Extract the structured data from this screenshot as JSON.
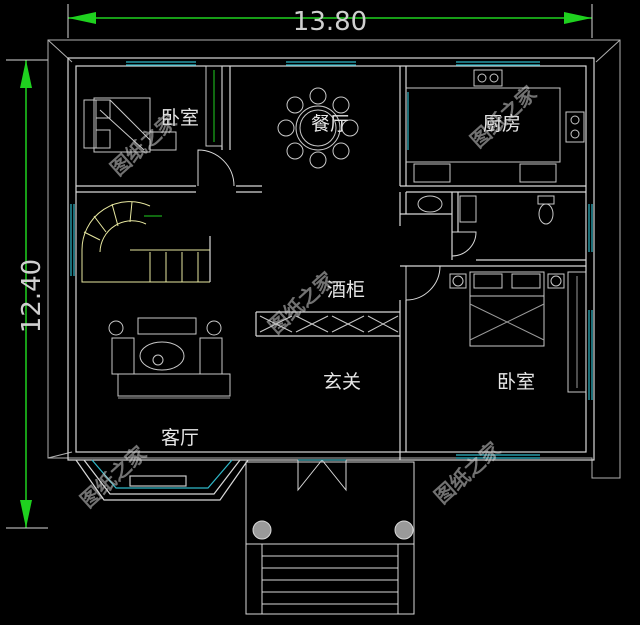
{
  "dimensions": {
    "width_label": "13.80",
    "height_label": "12.40"
  },
  "rooms": {
    "bedroom_top_left": "卧室",
    "dining": "餐厅",
    "kitchen": "厨房",
    "wine_cabinet": "酒柜",
    "foyer": "玄关",
    "bedroom_right": "卧室",
    "living": "客厅"
  },
  "watermark": "图纸之家",
  "colors": {
    "background": "#000000",
    "wall": "#d8d8d8",
    "window": "#2fb8c8",
    "dimension": "#1fd11f",
    "furniture": "#c8c8c8",
    "stair": "#e8e8a0"
  }
}
